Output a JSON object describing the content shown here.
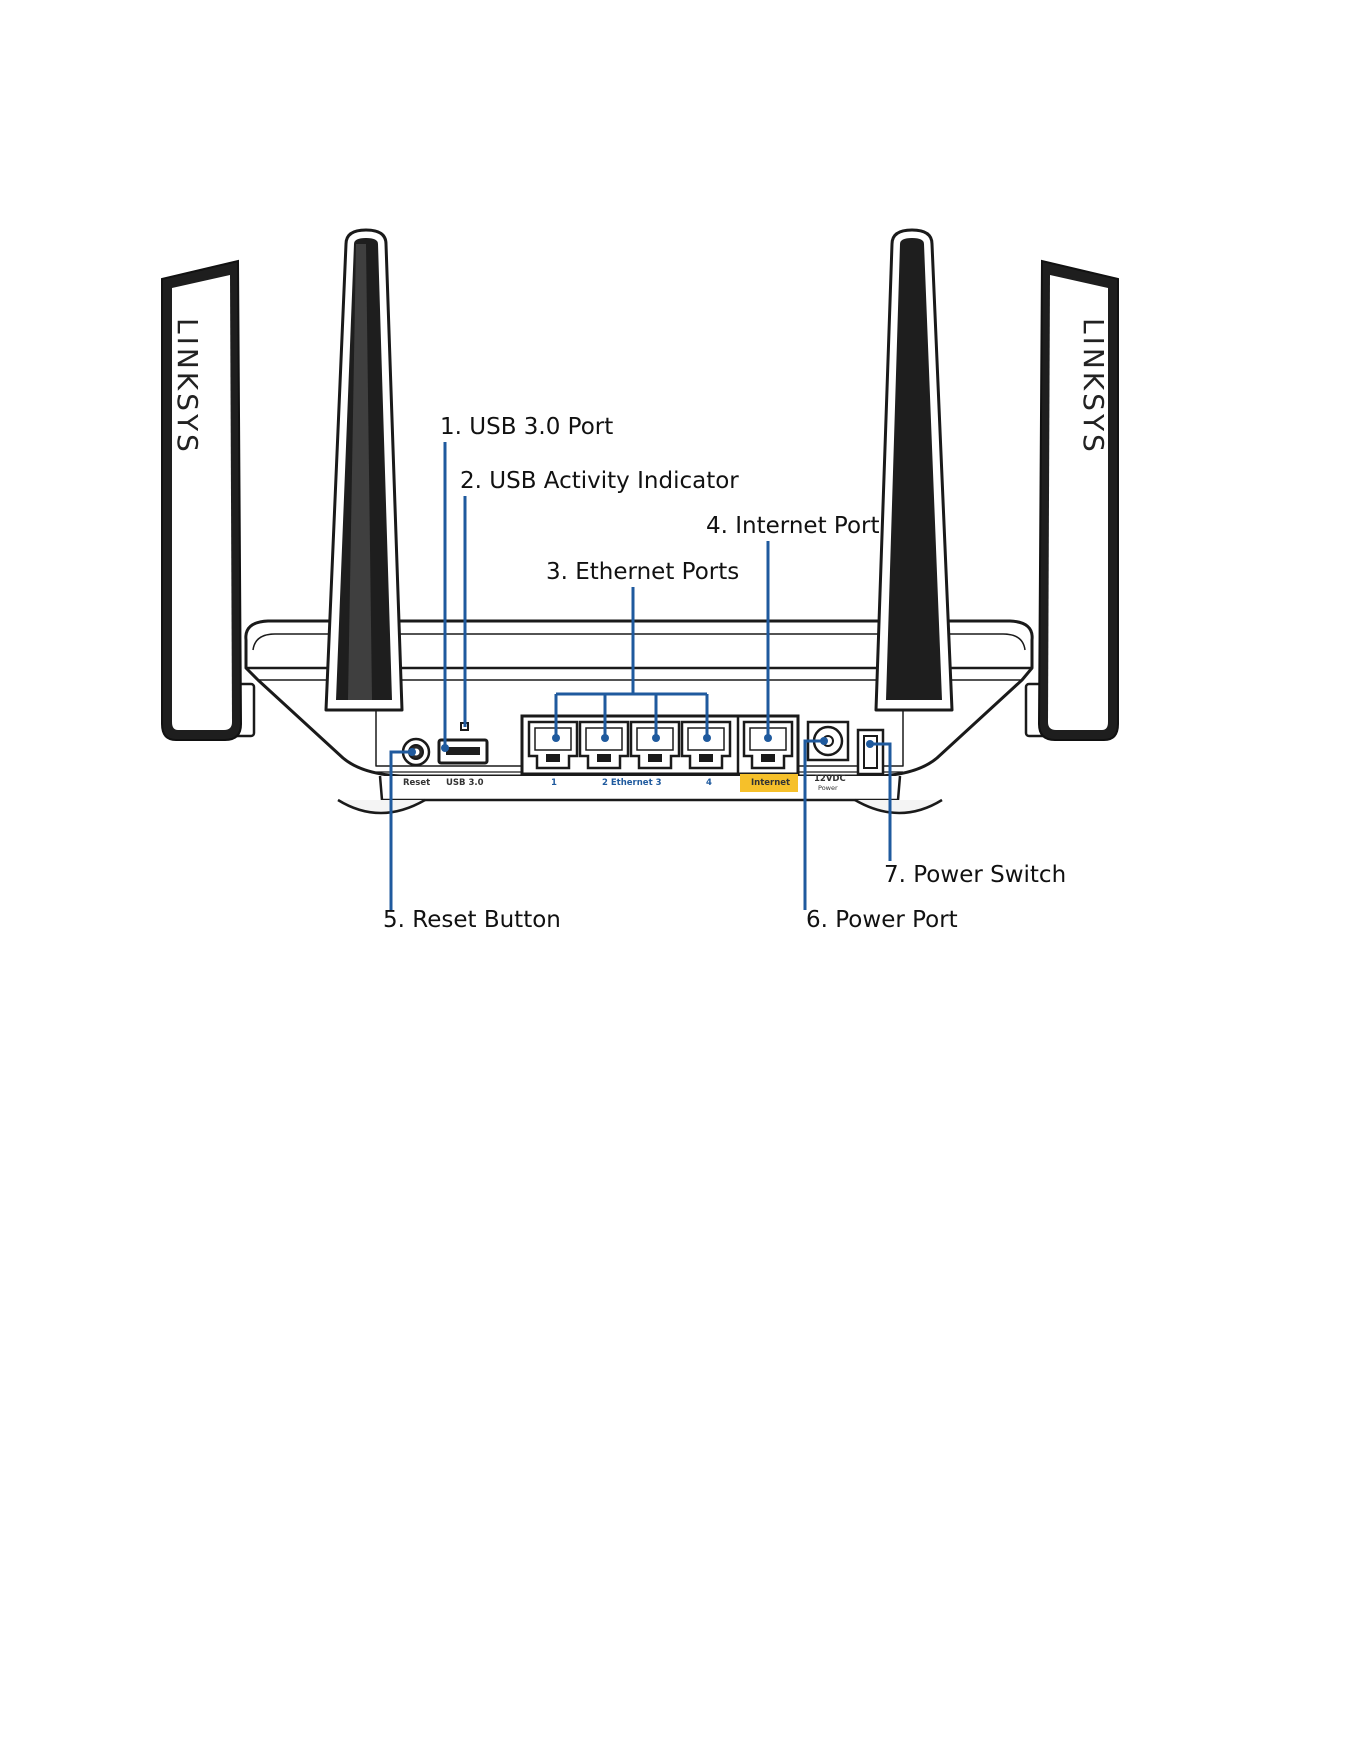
{
  "brand": "LINKSYS",
  "callouts": [
    "1. USB 3.0 Port",
    "2. USB Activity Indicator",
    "3. Ethernet Ports",
    "4. Internet Port",
    "5. Reset Button",
    "6. Power Port",
    "7. Power Switch"
  ],
  "port_labels": {
    "reset": "Reset",
    "usb": "USB 3.0",
    "eth1": "1",
    "eth_group": "2  Ethernet  3",
    "eth4": "4",
    "internet": "Internet",
    "power_top": "12VDC",
    "power_bottom": "Power"
  },
  "colors": {
    "leader": "#1f5a9e",
    "internet_highlight": "#f6c02a",
    "outline": "#1a1a1a",
    "port_label_blue": "#1f5a9e"
  }
}
